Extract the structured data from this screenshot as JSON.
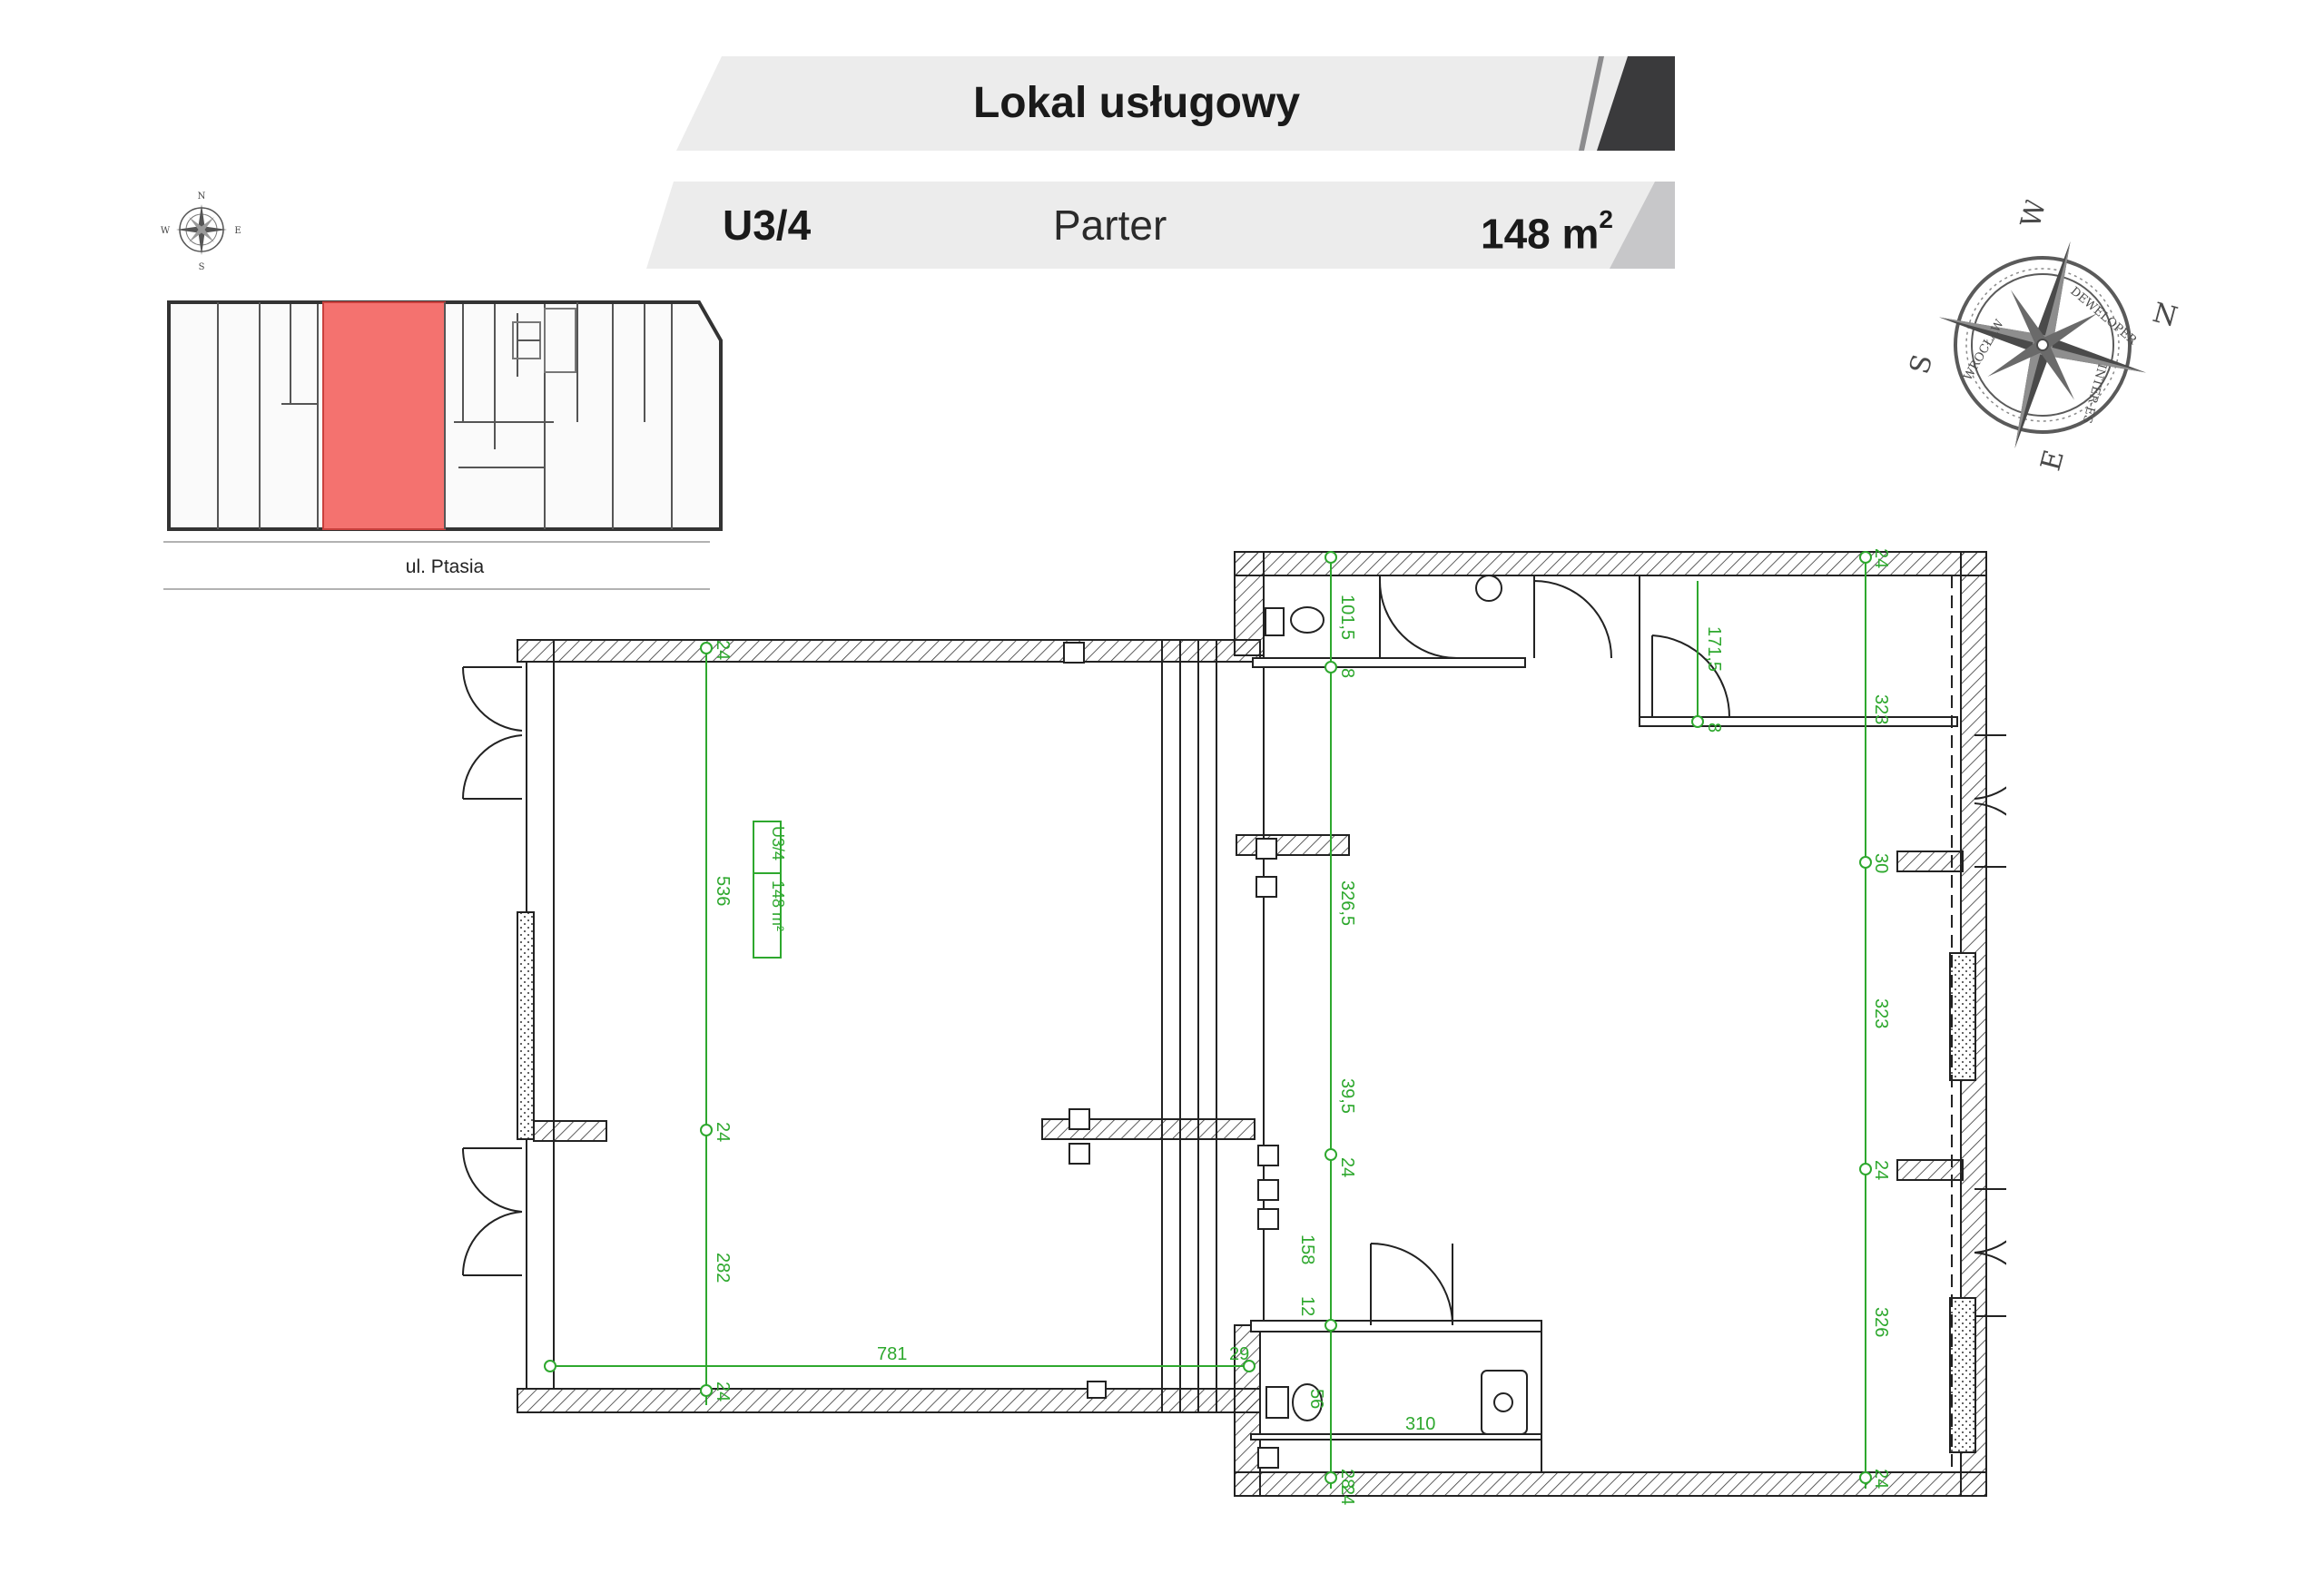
{
  "header": {
    "title": "Lokal usługowy"
  },
  "unit_info": {
    "unit_code": "U3/4",
    "floor": "Parter",
    "area_value": "148 m",
    "area_sup": "2"
  },
  "key_plan": {
    "street": "ul. Ptasia",
    "highlight_color": "#f4726f",
    "compass": {
      "n": "N",
      "e": "E",
      "s": "S",
      "w": "W"
    }
  },
  "compass_large": {
    "letters": {
      "w": "W",
      "n": "N",
      "s": "S",
      "e": "E"
    },
    "ring_text_top": "DEWELOPER",
    "ring_text_right": "INTER-ES",
    "ring_text_left": "WROCŁAW"
  },
  "floor_plan": {
    "room_label": {
      "code": "U3/4",
      "area": "148 m²"
    },
    "dimension_color": "#2ea82e",
    "dimensions": {
      "d_536": "536",
      "d_24a": "24",
      "d_282": "282",
      "d_24b": "24",
      "d_781": "781",
      "d_29": "29",
      "d_56": "56",
      "d_310": "310",
      "d_101_5": "101,5",
      "d_8a": "8",
      "d_24c": "24",
      "d_171_5": "171,5",
      "d_8b": "8",
      "d_326_5": "326,5",
      "d_39_5": "39,5",
      "d_24d": "24",
      "d_158": "158",
      "d_12": "12",
      "d_28": "28",
      "d_24e": "24",
      "d_323a": "323",
      "d_30": "30",
      "d_323b": "323",
      "d_24f": "24",
      "d_326": "326",
      "d_24g": "24",
      "d_24h": "24"
    }
  }
}
